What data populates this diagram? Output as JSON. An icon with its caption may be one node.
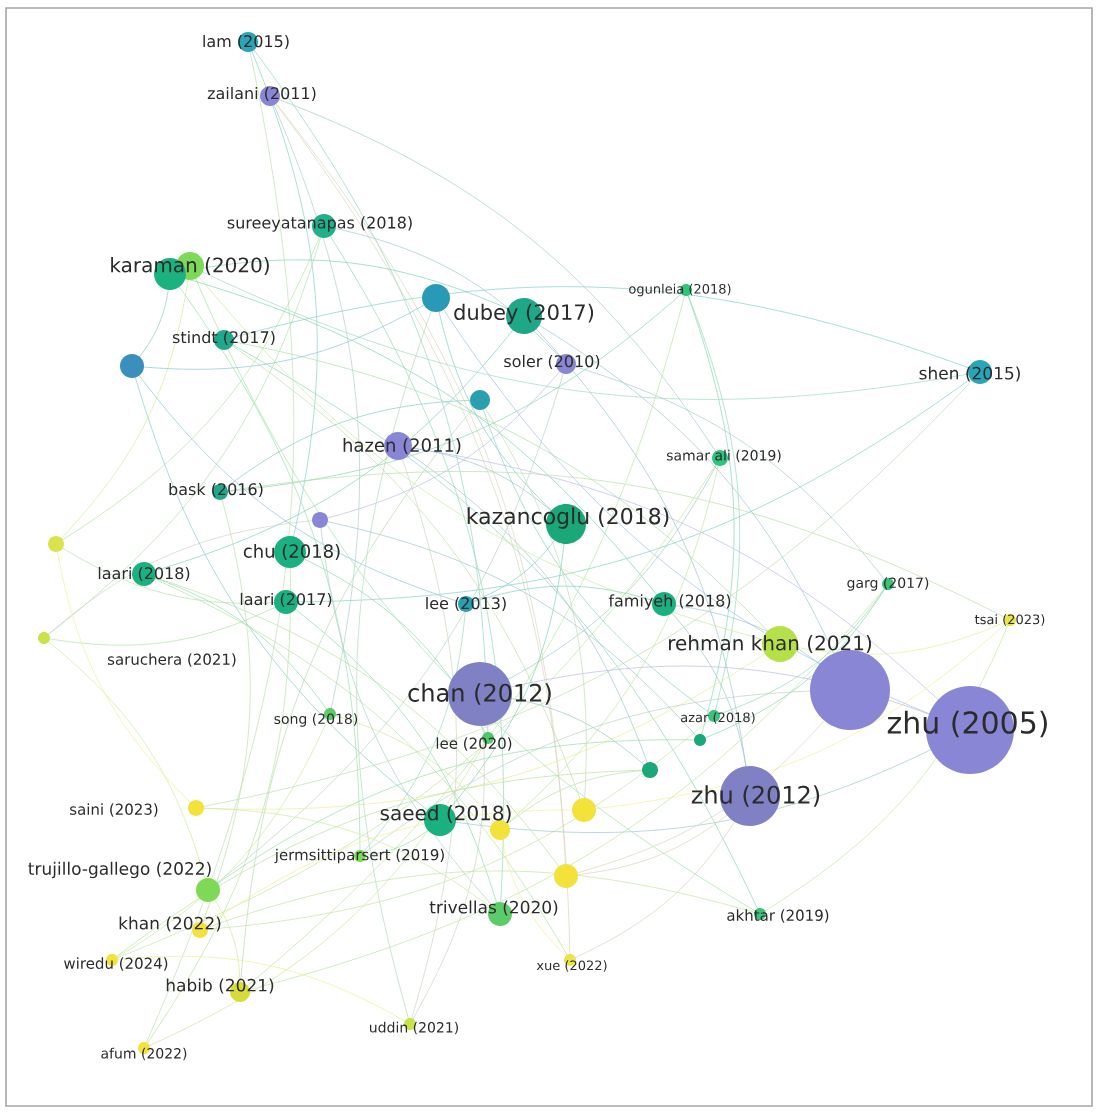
{
  "diagram": {
    "labels": [
      "lam (2015)",
      "zailani (2011)",
      "sureeyatanapas (2018)",
      "karaman (2020)",
      "dubey (2017)",
      "ogunleia (2018)",
      "stindt (2017)",
      "soler (2010)",
      "shen (2015)",
      "hazen (2011)",
      "samar ali (2019)",
      "bask (2016)",
      "kazancoglu (2018)",
      "chu (2018)",
      "laari (2018)",
      "laari (2017)",
      "lee (2013)",
      "famiyeh (2018)",
      "garg (2017)",
      "tsai (2023)",
      "saruchera (2021)",
      "rehman khan (2021)",
      "chan (2012)",
      "song (2018)",
      "azar (2018)",
      "zhu (2005)",
      "lee (2020)",
      "zhu (2012)",
      "saini (2023)",
      "saeed (2018)",
      "jermsittiparsert (2019)",
      "trujillo-gallego (2022)",
      "khan (2022)",
      "trivellas (2020)",
      "akhtar (2019)",
      "wiredu (2024)",
      "xue (2022)",
      "habib (2021)",
      "uddin (2021)",
      "afum (2022)"
    ]
  }
}
